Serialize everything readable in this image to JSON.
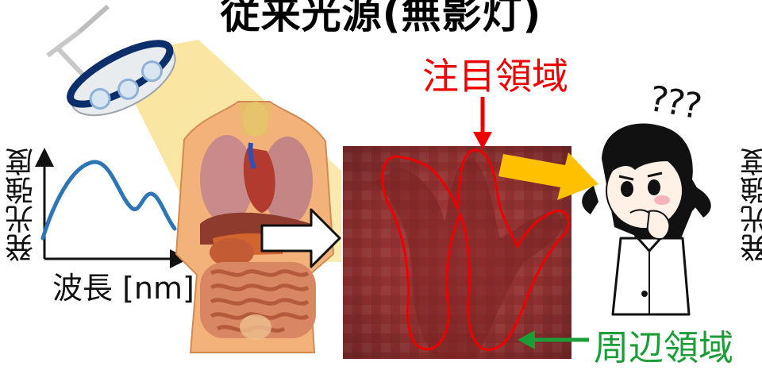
{
  "title": "従来光源(無影灯)",
  "roi_label": "注目領域",
  "peripheral_label": "周辺領域",
  "question_marks": "???",
  "spectrum": {
    "xlabel": "波長 [nm]",
    "ylabel": "発光強度"
  },
  "right_spectrum_ylabel": "発光強度",
  "colors": {
    "roi": "#ee0000",
    "peripheral": "#1b9d37",
    "spectrum_line": "#2e75b6",
    "thought_arrow": "#ffc000",
    "light_beam": "#f7d978"
  },
  "icons": [
    "surgical-lamp-icon",
    "anatomy-torso-icon",
    "confused-doctor-icon"
  ]
}
